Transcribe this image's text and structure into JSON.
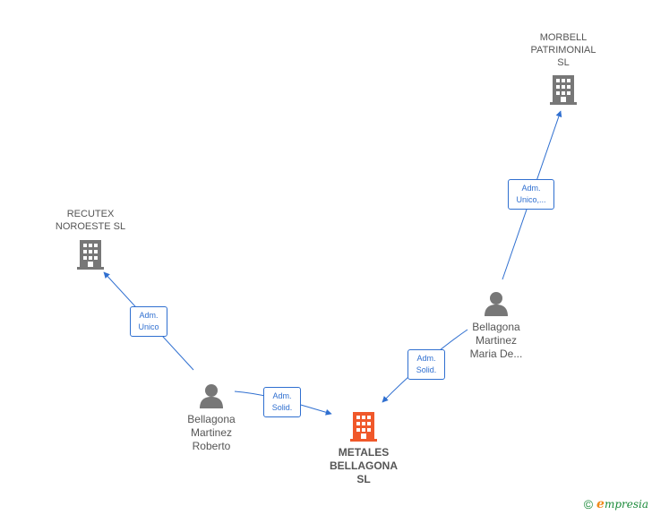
{
  "colors": {
    "edge": "#2f6fd0",
    "company_icon": "#777777",
    "center_icon": "#f0582a",
    "person_icon": "#777777"
  },
  "nodes": {
    "morbell": {
      "label": "MORBELL\nPATRIMONIAL\nSL",
      "icon": "building-icon"
    },
    "recutex": {
      "label": "RECUTEX\nNOROESTE  SL",
      "icon": "building-icon"
    },
    "metales": {
      "label": "METALES\nBELLAGONA\nSL",
      "icon": "building-icon"
    },
    "roberto": {
      "label": "Bellagona\nMartinez\nRoberto",
      "icon": "person-icon"
    },
    "maria": {
      "label": "Bellagona\nMartinez\nMaria De...",
      "icon": "person-icon"
    }
  },
  "edges": {
    "maria_morbell": "Adm.\nUnico,...",
    "roberto_recutex": "Adm.\nUnico",
    "roberto_metales": "Adm.\nSolid.",
    "maria_metales": "Adm.\nSolid."
  },
  "brand": {
    "copyright": "©",
    "name_first": "e",
    "name_rest": "mpresia"
  }
}
